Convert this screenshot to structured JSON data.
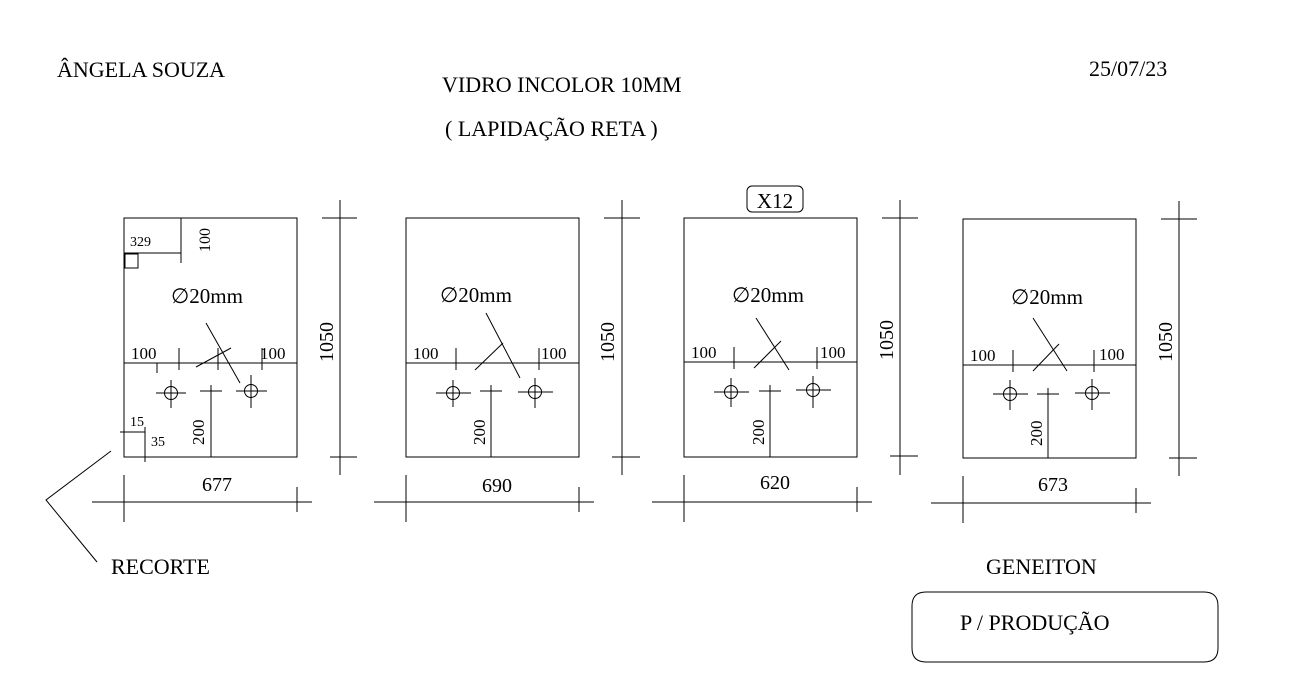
{
  "header": {
    "client": "ÂNGELA SOUZA",
    "date": "25/07/23",
    "material": "VIDRO INCOLOR  10MM",
    "finish": "( LAPIDAÇÃO RETA )"
  },
  "quantity_label": "X12",
  "panels": [
    {
      "width": "677",
      "height": "1050",
      "hole": "∅20mm",
      "left_offset": "100",
      "right_offset": "100",
      "hole_height": "200",
      "notch": {
        "width": "329",
        "height": "100"
      },
      "corner": {
        "x": "15",
        "y": "35"
      }
    },
    {
      "width": "690",
      "height": "1050",
      "hole": "∅20mm",
      "left_offset": "100",
      "right_offset": "100",
      "hole_height": "200"
    },
    {
      "width": "620",
      "height": "1050",
      "hole": "∅20mm",
      "left_offset": "100",
      "right_offset": "100",
      "hole_height": "200"
    },
    {
      "width": "673",
      "height": "1050",
      "hole": "∅20mm",
      "left_offset": "100",
      "right_offset": "100",
      "hole_height": "200"
    }
  ],
  "notes": {
    "cutout": "RECORTE",
    "installer": "GENEITON",
    "stamp": "P / PRODUÇÃO"
  }
}
